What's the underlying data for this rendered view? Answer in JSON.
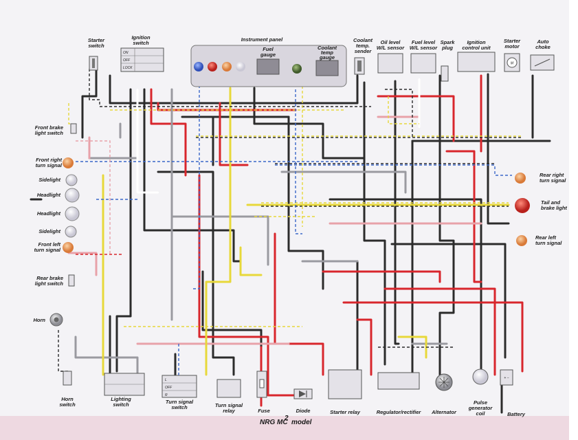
{
  "labels": {
    "starter_switch": [
      "Starter",
      "switch"
    ],
    "ignition_switch": [
      "Ignition",
      "switch"
    ],
    "instrument_panel": "Instrument panel",
    "fuel_gauge": [
      "Fuel",
      "gauge"
    ],
    "coolant_temp_gauge": [
      "Coolant",
      "temp",
      "gauge"
    ],
    "coolant_temp_sender": [
      "Coolant",
      "temp.",
      "sender"
    ],
    "oil_level_sensor": [
      "Oil level",
      "W/L sensor"
    ],
    "fuel_level_sensor": [
      "Fuel level",
      "W/L sensor"
    ],
    "spark_plug": [
      "Spark",
      "plug"
    ],
    "ignition_control_unit": [
      "Ignition",
      "control unit"
    ],
    "starter_motor": [
      "Starter",
      "motor"
    ],
    "auto_choke": [
      "Auto",
      "choke"
    ],
    "front_brake_light_switch": [
      "Front brake",
      "light switch"
    ],
    "front_right_turn_signal": [
      "Front right",
      "turn signal"
    ],
    "sidelight_top": "Sidelight",
    "headlight_1": "Headlight",
    "headlight_2": "Headlight",
    "sidelight_bottom": "Sidelight",
    "front_left_turn_signal": [
      "Front left",
      "turn signal"
    ],
    "rear_brake_light_switch": [
      "Rear brake",
      "light switch"
    ],
    "horn": "Horn",
    "horn_switch": [
      "Horn",
      "switch"
    ],
    "lighting_switch": [
      "Lighting",
      "switch"
    ],
    "turn_signal_switch": [
      "Turn signal",
      "switch"
    ],
    "turn_signal_relay": [
      "Turn signal",
      "relay"
    ],
    "fuse": "Fuse",
    "diode": "Diode",
    "starter_relay": "Starter relay",
    "regulator_rectifier": "Regulator/rectifier",
    "alternator": "Alternator",
    "pulse_generator_coil": [
      "Pulse",
      "generator",
      "coil"
    ],
    "battery": "Battery",
    "rear_right_turn_signal": [
      "Rear right",
      "turn signal"
    ],
    "tail_and_brake_light": [
      "Tail and",
      "brake light"
    ],
    "rear_left_turn_signal": [
      "Rear left",
      "turn signal"
    ],
    "model": "NRG MC",
    "model_sup": "2",
    "model_suffix": "model"
  },
  "switch_positions": {
    "ignition": [
      "ON",
      "OFF",
      "LOCK"
    ],
    "turn_signal": [
      "L",
      "OFF",
      "R"
    ]
  },
  "colors": {
    "red": "#d8262c",
    "black": "#2b2b2b",
    "yellow": "#e7d83a",
    "blue": "#3a67c8",
    "white": "#ffffff",
    "pink": "#e8a2a9",
    "grey": "#9a9aa0",
    "turn_amber": "#e8954c",
    "tail_red": "#d9302a"
  }
}
